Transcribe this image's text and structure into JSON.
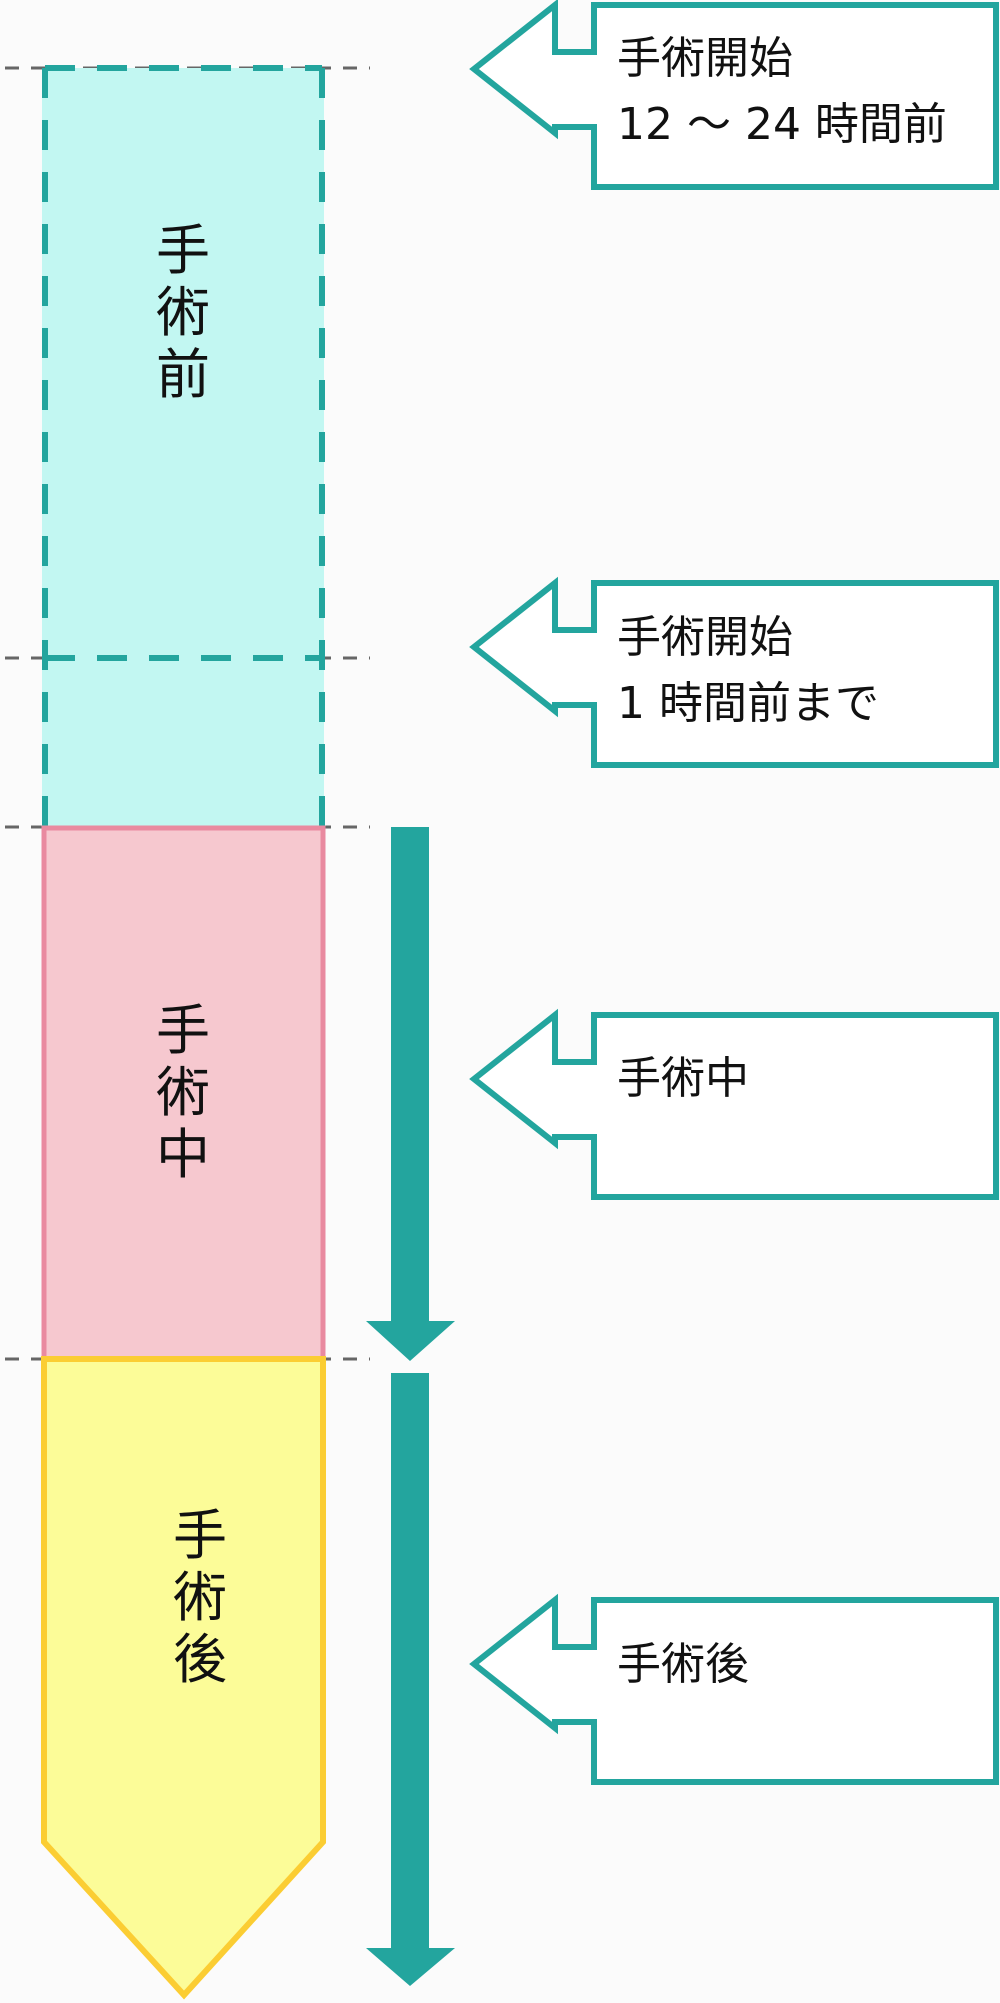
{
  "phases": {
    "pre": {
      "label": "手術前"
    },
    "during": {
      "label": "手術中"
    },
    "post": {
      "label": "手術後"
    }
  },
  "callouts": [
    {
      "line1": "手術開始",
      "line2": "12 ～ 24 時間前"
    },
    {
      "line1": "手術開始",
      "line2": "1 時間前まで"
    },
    {
      "line1": "手術中",
      "line2": ""
    },
    {
      "line1": "手術後",
      "line2": ""
    }
  ],
  "colors": {
    "teal": "#23a59e",
    "pre_fill": "#c2f7f2",
    "during_fill": "#f6c8cf",
    "during_border": "#e98aa0",
    "post_fill": "#fcfc98",
    "post_border": "#fbcd33",
    "guide": "#666666"
  }
}
